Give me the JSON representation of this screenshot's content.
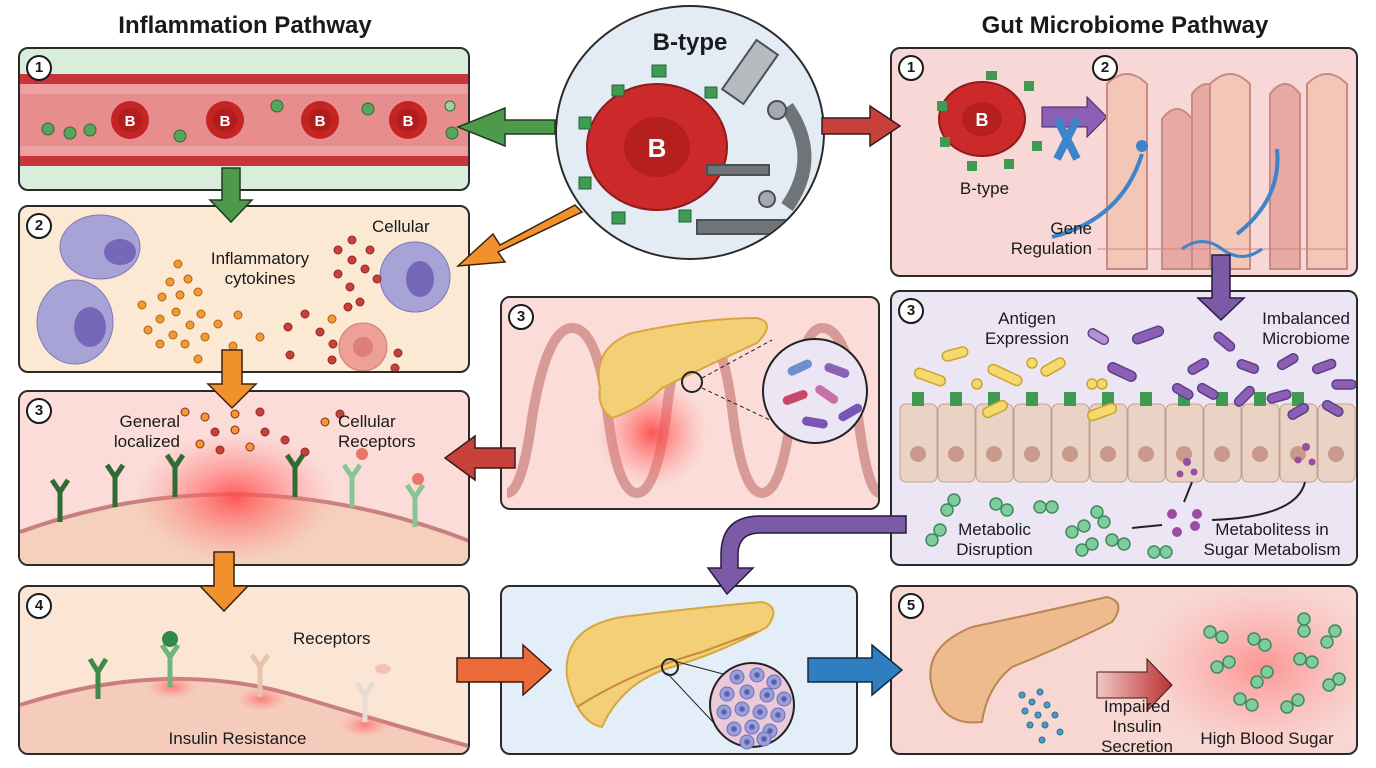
{
  "titles": {
    "left": "Inflammation Pathway",
    "right": "Gut Microbiome Pathway",
    "center": "B-type"
  },
  "blood_type_letter": "B",
  "colors": {
    "green_arrow": "#4c9a4a",
    "orange_arrow": "#f0912c",
    "red_arrow": "#c8403a",
    "purple_arrow": "#7b5ba6",
    "blue_arrow": "#2f7fc0",
    "rbc": "#cc2a2a",
    "antigen": "#3f9a52"
  },
  "inflammation": {
    "step1": {
      "number": "1"
    },
    "step2": {
      "number": "2",
      "label_main": "Inflammatory cytokines",
      "label_corner": "Cellular"
    },
    "step3": {
      "number": "3",
      "label_left": "General localized",
      "label_right": "Cellular Receptors"
    },
    "step4": {
      "number": "4",
      "label_top": "Receptors",
      "label_bottom": "Insulin Resistance"
    }
  },
  "center": {
    "step3": {
      "number": "3"
    }
  },
  "gut": {
    "step1": {
      "number": "1",
      "label": "B-type"
    },
    "step2": {
      "number": "2",
      "label": "Gene Regulation"
    },
    "step3": {
      "number": "3",
      "label_antigen": "Antigen Expression",
      "label_imbalanced": "Imbalanced Microbiome",
      "label_metabolic": "Metabolic Disruption",
      "label_metabolites": "Metabolitess in Sugar Metabolism"
    },
    "step5": {
      "number": "5",
      "label_impaired": "Impaired Insulin Secretion",
      "label_sugar": "High Blood Sugar"
    }
  }
}
